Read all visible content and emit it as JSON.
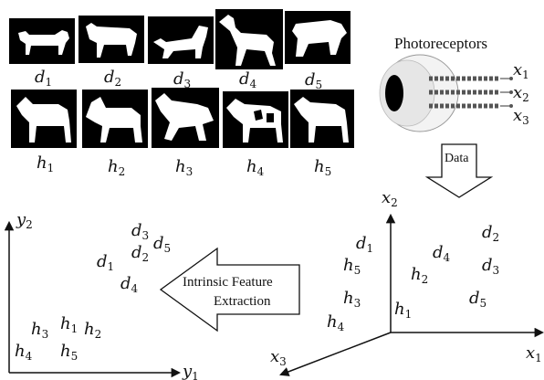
{
  "top_left": {
    "dog_labels": [
      {
        "base": "d",
        "sub": "1"
      },
      {
        "base": "d",
        "sub": "2"
      },
      {
        "base": "d",
        "sub": "3"
      },
      {
        "base": "d",
        "sub": "4"
      },
      {
        "base": "d",
        "sub": "5"
      }
    ],
    "horse_labels": [
      {
        "base": "h",
        "sub": "1"
      },
      {
        "base": "h",
        "sub": "2"
      },
      {
        "base": "h",
        "sub": "3"
      },
      {
        "base": "h",
        "sub": "4"
      },
      {
        "base": "h",
        "sub": "5"
      }
    ]
  },
  "eye": {
    "title": "Photoreceptors",
    "outputs": [
      {
        "base": "x",
        "sub": "1"
      },
      {
        "base": "x",
        "sub": "2"
      },
      {
        "base": "x",
        "sub": "3"
      }
    ]
  },
  "data_arrow": {
    "label": "Data"
  },
  "feature_arrow": {
    "line1": "Intrinsic Feature",
    "line2": "Extraction"
  },
  "high_dim_space": {
    "axis_z": {
      "base": "x",
      "sub": "2"
    },
    "axis_right": {
      "base": "x",
      "sub": "1"
    },
    "axis_diag": {
      "base": "x",
      "sub": "3"
    },
    "points": [
      {
        "base": "d",
        "sub": "1"
      },
      {
        "base": "d",
        "sub": "2"
      },
      {
        "base": "d",
        "sub": "3"
      },
      {
        "base": "d",
        "sub": "4"
      },
      {
        "base": "d",
        "sub": "5"
      },
      {
        "base": "h",
        "sub": "1"
      },
      {
        "base": "h",
        "sub": "2"
      },
      {
        "base": "h",
        "sub": "3"
      },
      {
        "base": "h",
        "sub": "4"
      },
      {
        "base": "h",
        "sub": "5"
      }
    ]
  },
  "low_dim_space": {
    "axis_up": {
      "base": "y",
      "sub": "2"
    },
    "axis_right": {
      "base": "y",
      "sub": "1"
    },
    "points": [
      {
        "base": "d",
        "sub": "1"
      },
      {
        "base": "d",
        "sub": "2"
      },
      {
        "base": "d",
        "sub": "3"
      },
      {
        "base": "d",
        "sub": "4"
      },
      {
        "base": "d",
        "sub": "5"
      },
      {
        "base": "h",
        "sub": "1"
      },
      {
        "base": "h",
        "sub": "2"
      },
      {
        "base": "h",
        "sub": "3"
      },
      {
        "base": "h",
        "sub": "4"
      },
      {
        "base": "h",
        "sub": "5"
      }
    ]
  }
}
